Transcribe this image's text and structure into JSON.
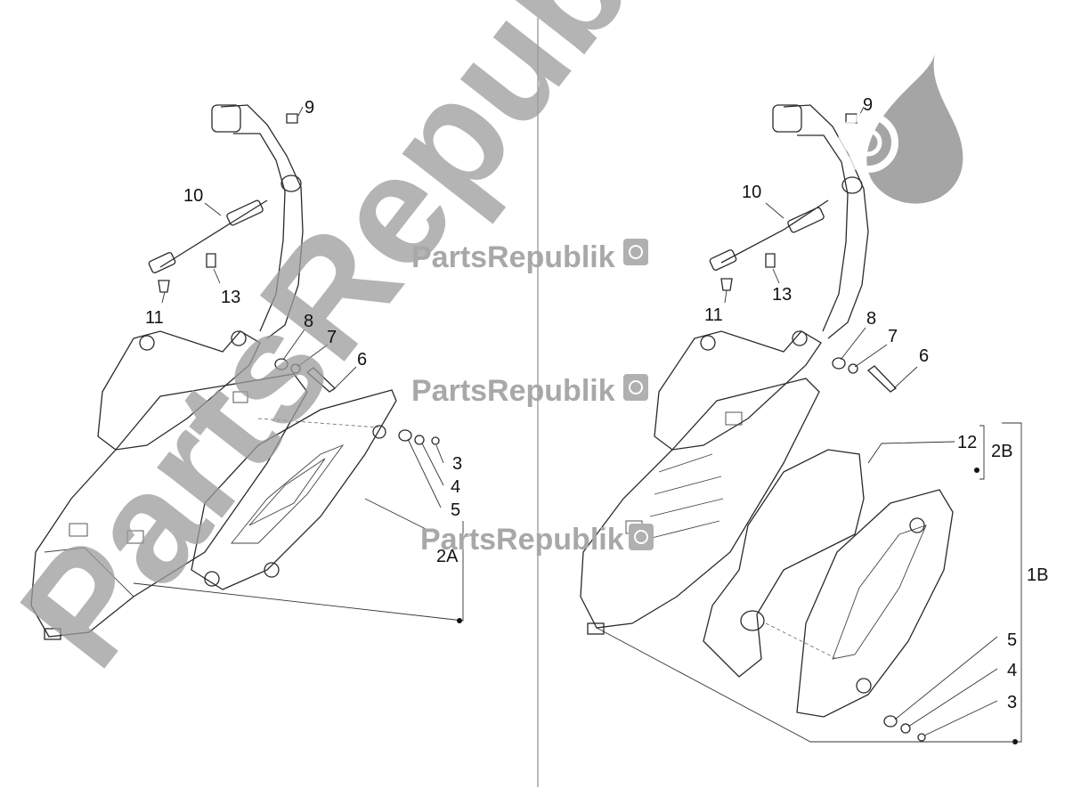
{
  "watermark": {
    "big_text": "PartsRepublik",
    "small_text": "PartsRepublik"
  },
  "colors": {
    "watermark_gray": "#9c9c9c",
    "line": "#2a2a2a",
    "background": "#ffffff"
  },
  "icons": [
    "gear-icon",
    "oil-drop-icon"
  ],
  "left_group": {
    "labels": [
      "9",
      "10",
      "11",
      "13",
      "8",
      "7",
      "6",
      "3",
      "4",
      "5",
      "2A"
    ]
  },
  "right_group": {
    "labels": [
      "9",
      "10",
      "11",
      "13",
      "8",
      "7",
      "6",
      "12",
      "2B",
      "1B",
      "5",
      "4",
      "3"
    ]
  }
}
